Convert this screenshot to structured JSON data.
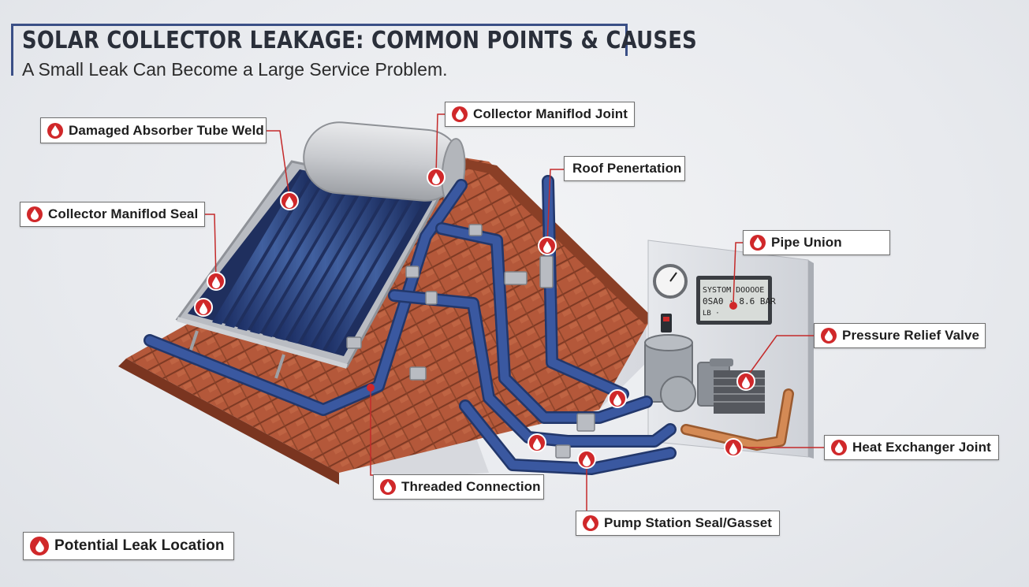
{
  "title": "SOLAR COLLECTOR LEAKAGE: COMMON POINTS & CAUSES",
  "subtitle": "A Small Leak Can Become a Large Service Problem.",
  "colors": {
    "accent": "#3a4f86",
    "leak_marker": "#d0282a",
    "pipe": "#2f4a8c",
    "roof_tile": "#b65a38",
    "copper": "#c57a4a"
  },
  "labels": {
    "damaged_absorber_tube_weld": "Damaged Absorber Tube Weld",
    "collector_manifold_joint": "Collector Maniflod Joint",
    "roof_penetration": "Roof Penertation",
    "collector_manifold_seal": "Collector Maniflod Seal",
    "pipe_union": "Pipe Union",
    "pressure_relief_valve": "Pressure Relief Valve",
    "heat_exchanger_joint": "Heat Exchanger Joint",
    "threaded_connection": "Threaded Connection",
    "pump_station_seal": "Pump Station Seal/Gasset"
  },
  "legend": {
    "label": "Potential Leak Location",
    "icon": "water-drop-icon"
  },
  "panel_display": {
    "line1": "SYSTOM DOOOOE",
    "line2": "0SA0 · 8.6 BAR",
    "line3": "LB  ·"
  }
}
